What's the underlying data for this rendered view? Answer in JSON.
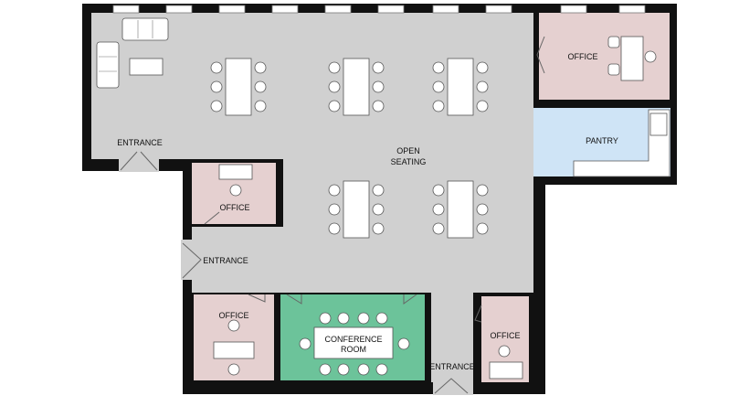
{
  "labels": {
    "open_seating_line1": "OPEN",
    "open_seating_line2": "SEATING",
    "office_top_right": "OFFICE",
    "pantry": "PANTRY",
    "entrance_left": "ENTRANCE",
    "office_mid_left": "OFFICE",
    "entrance_mid": "ENTRANCE",
    "office_bottom_left": "OFFICE",
    "conference_line1": "CONFERENCE",
    "conference_line2": "ROOM",
    "office_bottom_right": "OFFICE",
    "entrance_bottom": "ENTRANCE"
  },
  "colors": {
    "wall": "#111111",
    "open_floor": "#d0d0d0",
    "office_floor": "#e5d0d0",
    "pantry_floor": "#cfe4f6",
    "conference_floor": "#6cc39a",
    "furniture": "#ffffff"
  }
}
